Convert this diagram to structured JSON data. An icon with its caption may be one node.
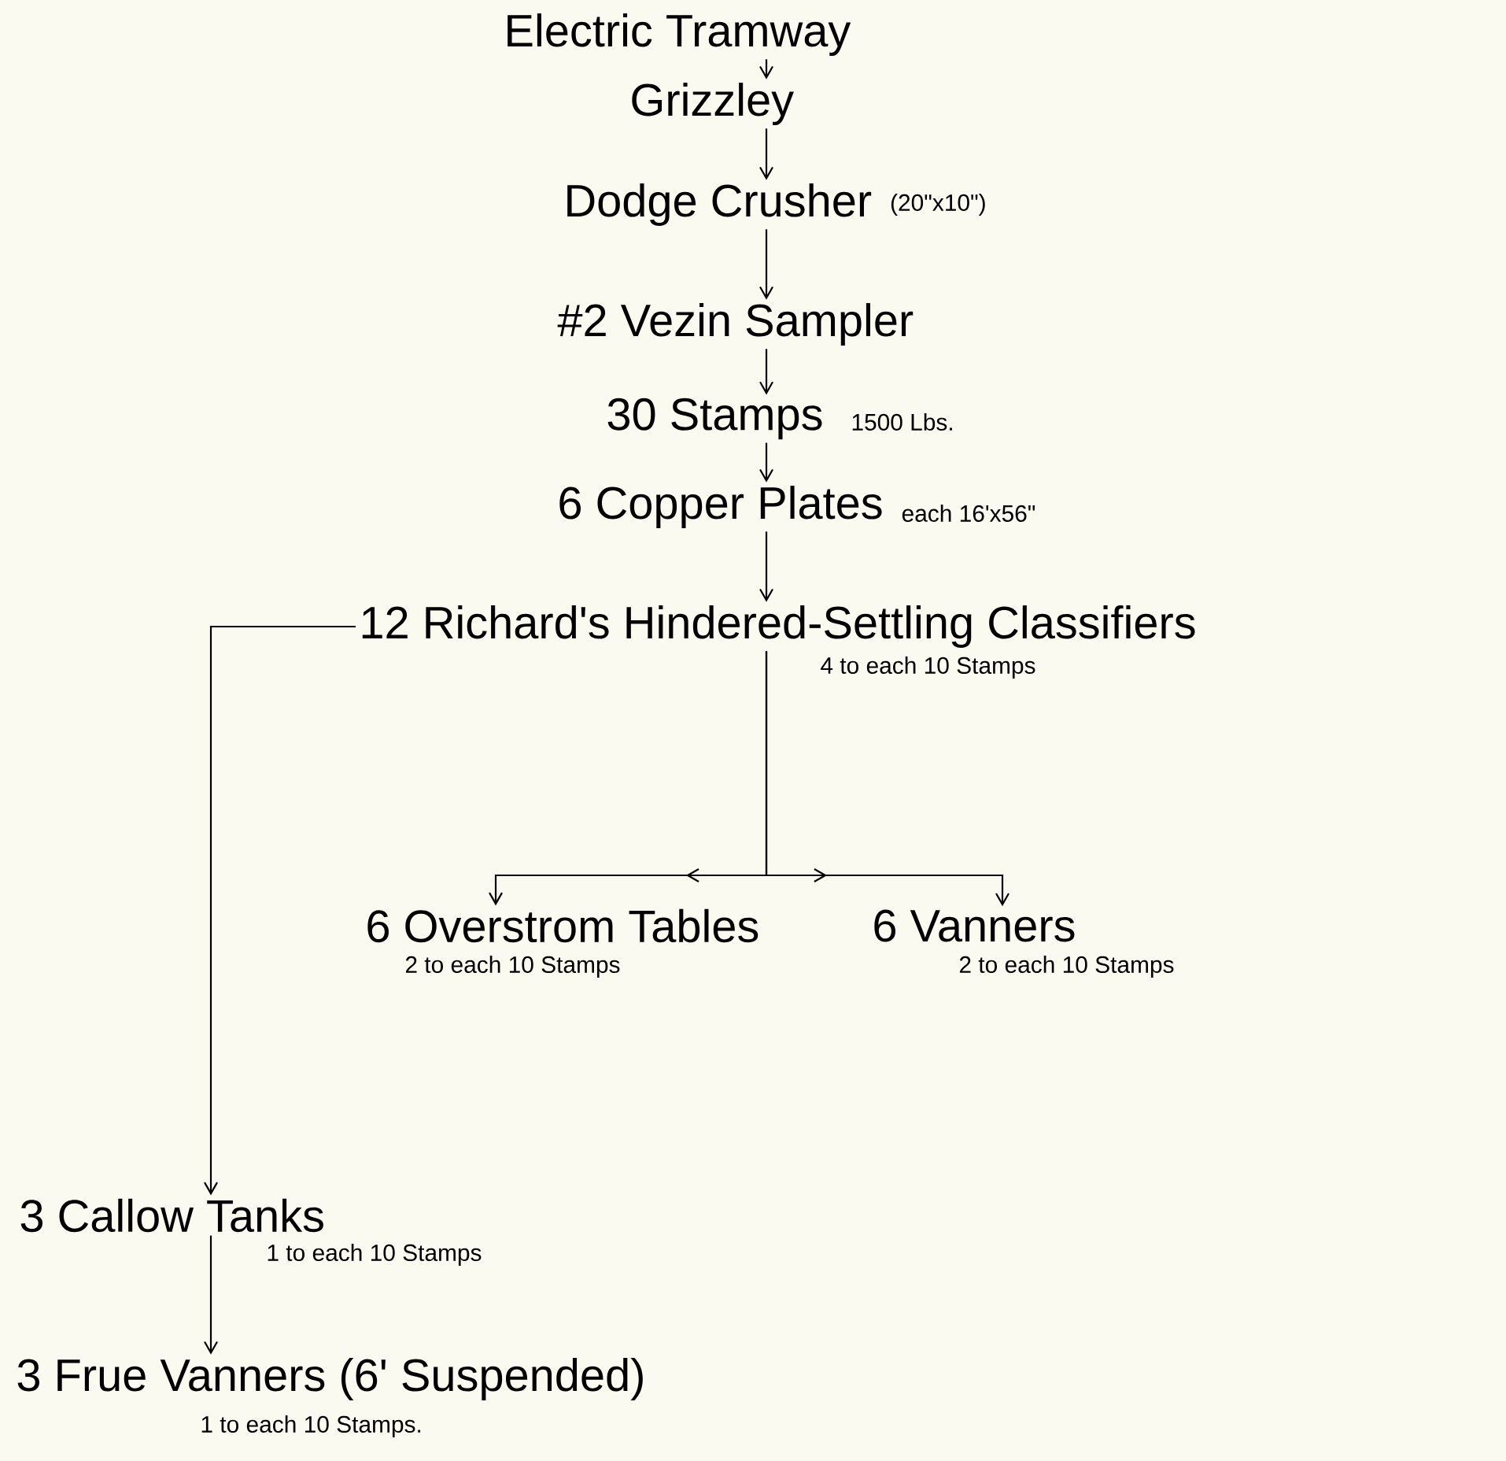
{
  "diagram": {
    "nodes": [
      {
        "text": [
          "Electric Tramway"
        ]
      },
      {
        "text": [
          "Grizzley"
        ]
      },
      {
        "text": [
          "Dodge Crusher"
        ],
        "beside": [
          "(20\"x10\")"
        ]
      },
      {
        "text": [
          "#2 Vezin Sampler"
        ]
      },
      {
        "text": [
          "30 Stamps"
        ],
        "beside": [
          "1500 Lbs."
        ]
      },
      {
        "text": [
          "6 Copper Plates"
        ],
        "beside": [
          "each 16'x56\""
        ]
      },
      {
        "text": [
          "12 Richard's Hindered-Settling Classifiers"
        ],
        "beside": [
          "4 to each 10 Stamps"
        ]
      },
      {
        "text": [
          "6 Overstrom Tables"
        ],
        "beside": [
          "2 to each 10 Stamps"
        ]
      },
      {
        "text": [
          "6 Vanners"
        ],
        "beside": [
          "2 to each 10 Stamps"
        ]
      },
      {
        "text": [
          "3 Callow Tanks"
        ],
        "beside": [
          "1 to each 10 Stamps"
        ]
      },
      {
        "text": [
          "3 Frue Vanners (6' Suspended)"
        ],
        "beside": [
          "1 to each 10 Stamps."
        ]
      }
    ],
    "edges": [
      {
        "from": 0,
        "to": 1,
        "arrow": "to"
      },
      {
        "from": 1,
        "to": 2,
        "arrow": "to"
      },
      {
        "from": 2,
        "to": 3,
        "arrow": "to"
      },
      {
        "from": 3,
        "to": 4,
        "arrow": "to"
      },
      {
        "from": 4,
        "to": 5,
        "arrow": "to"
      },
      {
        "from": 5,
        "to": 6,
        "arrow": "to"
      },
      {
        "from": 6,
        "to": 7,
        "arrow": "to"
      },
      {
        "from": 6,
        "to": 8,
        "arrow": "to"
      },
      {
        "from": 6,
        "to": 9,
        "arrow": "to"
      },
      {
        "from": 9,
        "to": 10,
        "arrow": "to"
      }
    ]
  }
}
